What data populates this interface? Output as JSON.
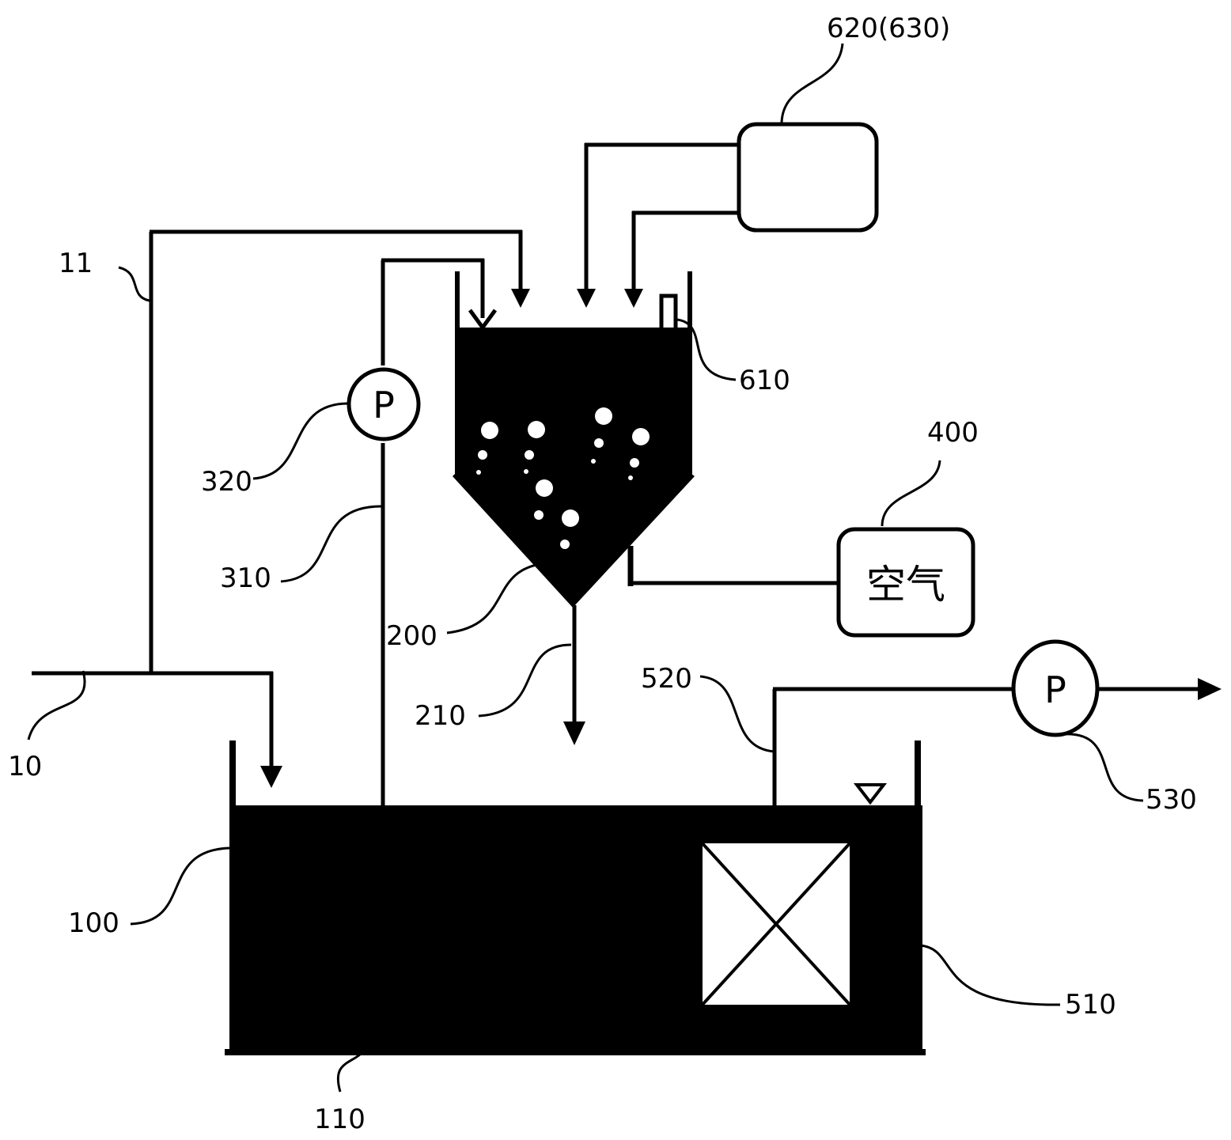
{
  "labels": {
    "l10": "10",
    "l11": "11",
    "l100": "100",
    "l110": "110",
    "l200": "200",
    "l210": "210",
    "l310": "310",
    "l320": "320",
    "l400": "400",
    "l510": "510",
    "l520": "520",
    "l530": "530",
    "l610": "610",
    "l620": "620(630)"
  },
  "pump_symbol": "P",
  "air_box_text": "空气",
  "colors": {
    "ink": "#000000",
    "paper": "#ffffff"
  }
}
